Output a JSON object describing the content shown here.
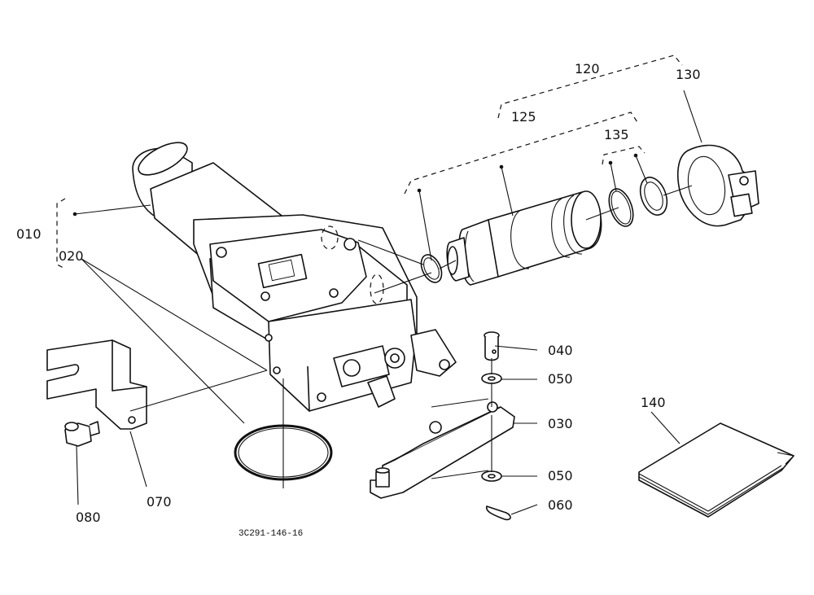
{
  "labels": {
    "p010": "010",
    "p020": "020",
    "p030": "030",
    "p040": "040",
    "p050a": "050",
    "p050b": "050",
    "p060": "060",
    "p070": "070",
    "p080": "080",
    "p120": "120",
    "p125": "125",
    "p130": "130",
    "p135": "135",
    "p140": "140"
  },
  "drawing_code": "3C291-146-16"
}
